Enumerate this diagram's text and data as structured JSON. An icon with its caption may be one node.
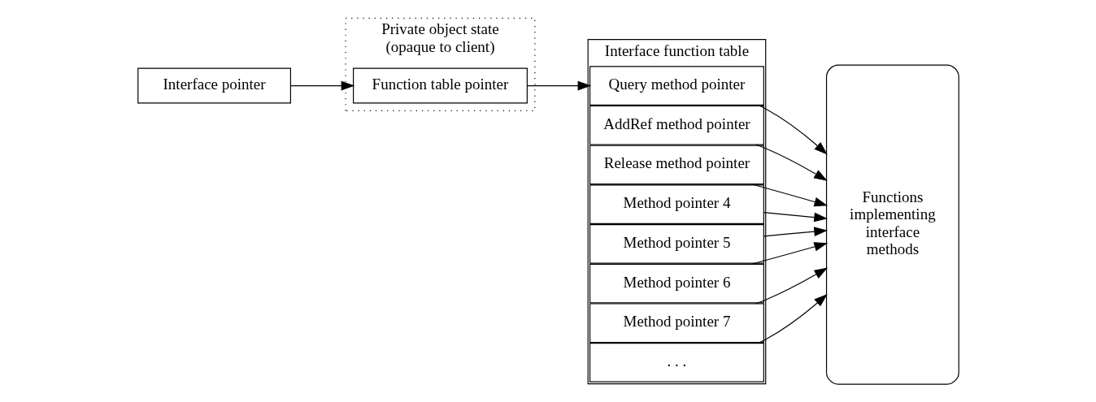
{
  "diagram": {
    "nodes": [
      {
        "text": [
          "Interface pointer"
        ]
      },
      {
        "text": [
          "Private object state",
          "(opaque to client)"
        ]
      },
      {
        "text": [
          "Function table pointer"
        ],
        "in": 1
      },
      {
        "text": [
          "Interface function table"
        ]
      },
      {
        "text": [
          "Query method pointer"
        ],
        "in": 3
      },
      {
        "text": [
          "AddRef method pointer"
        ],
        "in": 3
      },
      {
        "text": [
          "Release method pointer"
        ],
        "in": 3
      },
      {
        "text": [
          "Method pointer 4"
        ],
        "in": 3
      },
      {
        "text": [
          "Method pointer 5"
        ],
        "in": 3
      },
      {
        "text": [
          "Method pointer 6"
        ],
        "in": 3
      },
      {
        "text": [
          "Method pointer 7"
        ],
        "in": 3
      },
      {
        "text": [
          ". . ."
        ],
        "in": 3
      },
      {
        "text": [
          "Functions implementing interface methods"
        ]
      }
    ],
    "edges": [
      {
        "from": 0,
        "to": 2,
        "arrow": "to"
      },
      {
        "from": 2,
        "to": 4,
        "arrow": "to"
      },
      {
        "from": 4,
        "to": 12,
        "arrow": "to"
      },
      {
        "from": 5,
        "to": 12,
        "arrow": "to"
      },
      {
        "from": 6,
        "to": 12,
        "arrow": "to"
      },
      {
        "from": 7,
        "to": 12,
        "arrow": "to"
      },
      {
        "from": 8,
        "to": 12,
        "arrow": "to"
      },
      {
        "from": 9,
        "to": 12,
        "arrow": "to"
      },
      {
        "from": 10,
        "to": 12,
        "arrow": "to"
      },
      {
        "from": 11,
        "to": 12,
        "arrow": "to"
      }
    ]
  }
}
